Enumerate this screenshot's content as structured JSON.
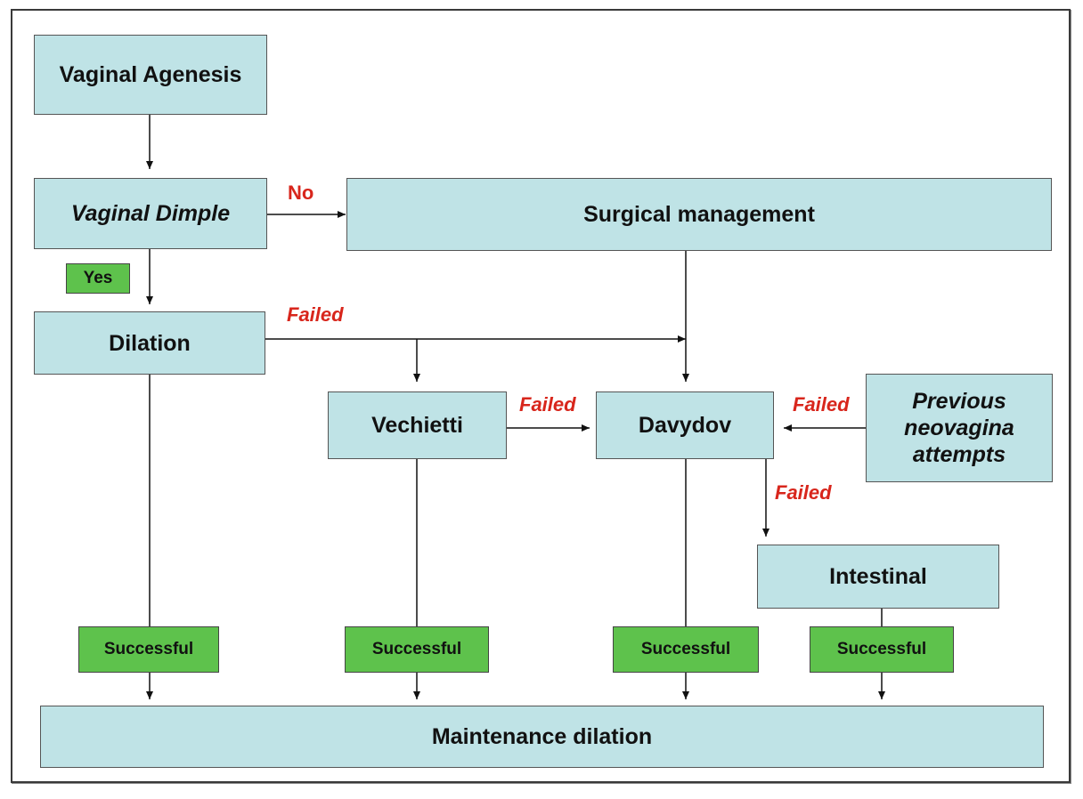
{
  "nodes": {
    "vaginal_agenesis": "Vaginal Agenesis",
    "vaginal_dimple": "Vaginal Dimple",
    "surgical_management": "Surgical management",
    "dilation": "Dilation",
    "vechietti": "Vechietti",
    "davydov": "Davydov",
    "previous_attempts": [
      "Previous",
      "neovagina",
      "attempts"
    ],
    "intestinal": "Intestinal",
    "maintenance_dilation": "Maintenance dilation"
  },
  "badges": {
    "yes": "Yes",
    "successful": "Successful"
  },
  "edge_labels": {
    "no": "No",
    "failed": "Failed"
  },
  "colors": {
    "node_fill": "#bfe3e6",
    "badge_fill": "#5ec24c",
    "label_red": "#d8261c"
  }
}
